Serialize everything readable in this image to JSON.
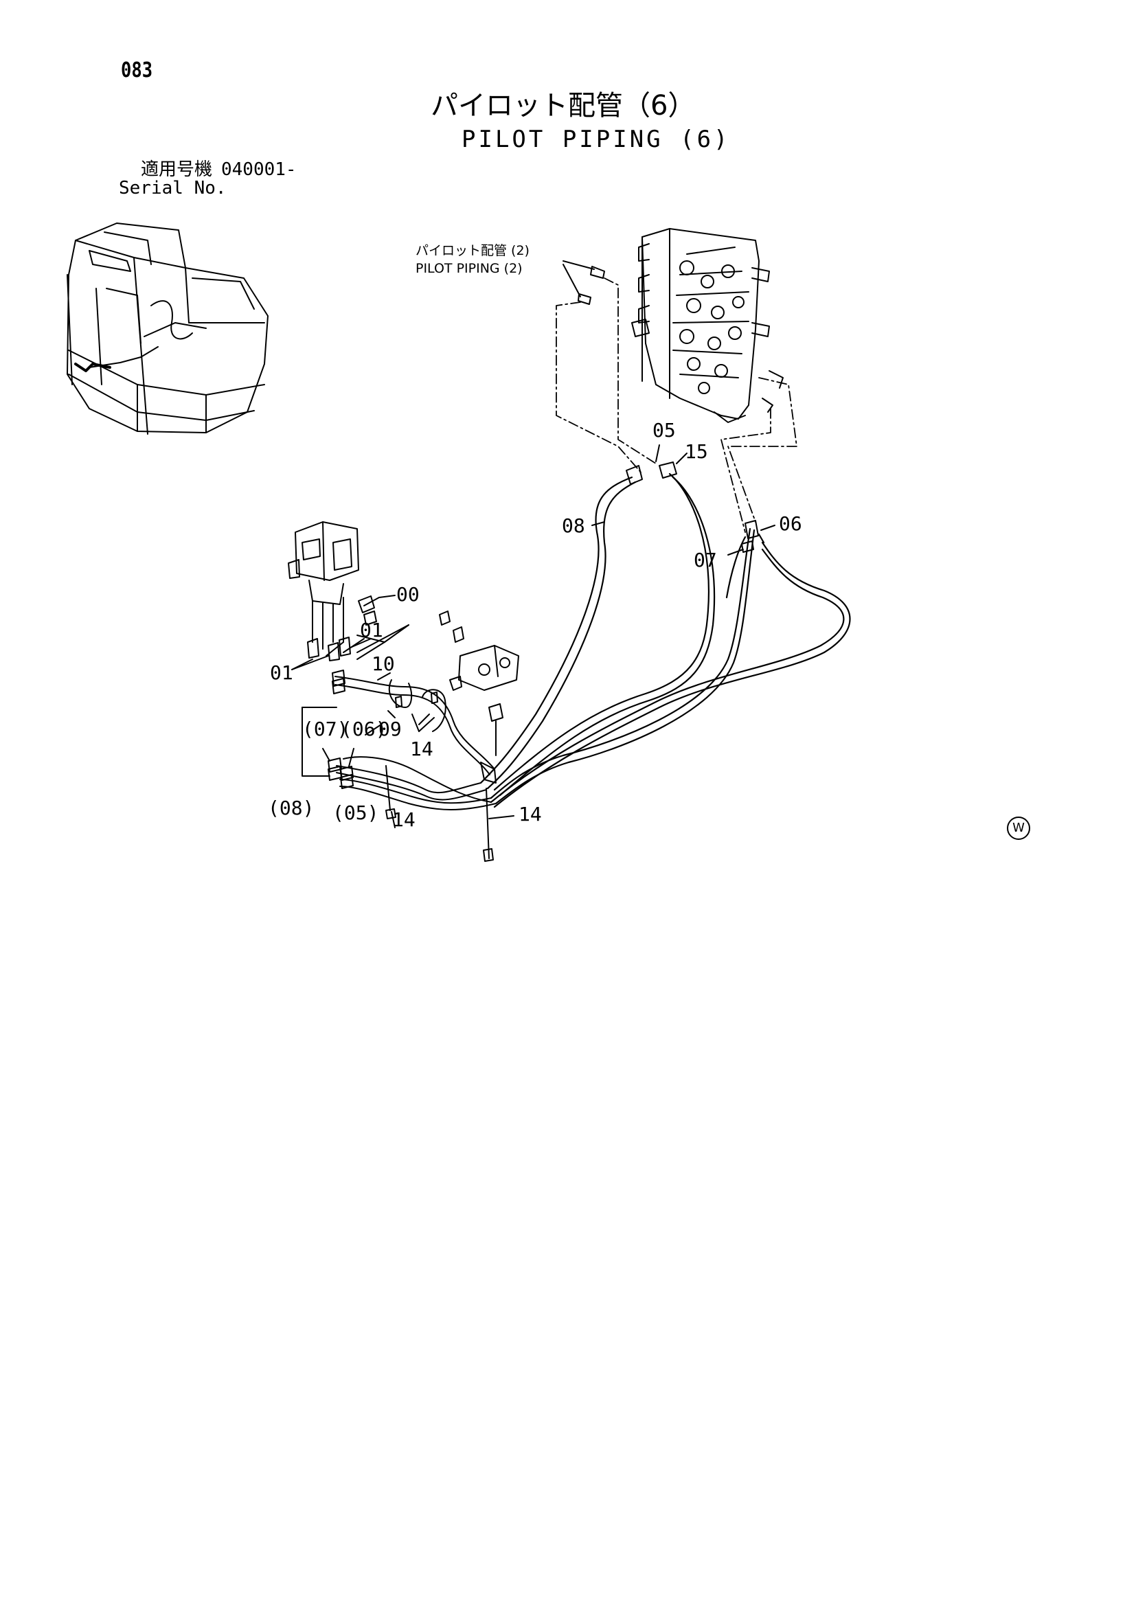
{
  "page": {
    "number": "083",
    "title_jp": "パイロット配管（6）",
    "title_en": "PILOT PIPING (6)",
    "serial_label_jp": "適用号機",
    "serial_value": "040001-",
    "serial_label_en": "Serial No.",
    "reference_jp": "パイロット配管 (2)",
    "reference_en": "PILOT PIPING (2)",
    "corner_mark": "W"
  },
  "callouts": {
    "c05": "05",
    "c15": "15",
    "c08": "08",
    "c06": "06",
    "c07": "07",
    "c00": "00",
    "c01a": "01",
    "c01b": "01",
    "c10": "10",
    "c09": "09",
    "c14a": "14",
    "c14b": "14",
    "c14c": "14",
    "p07": "(07)",
    "p06": "(06)",
    "p08": "(08)",
    "p05": "(05)"
  }
}
